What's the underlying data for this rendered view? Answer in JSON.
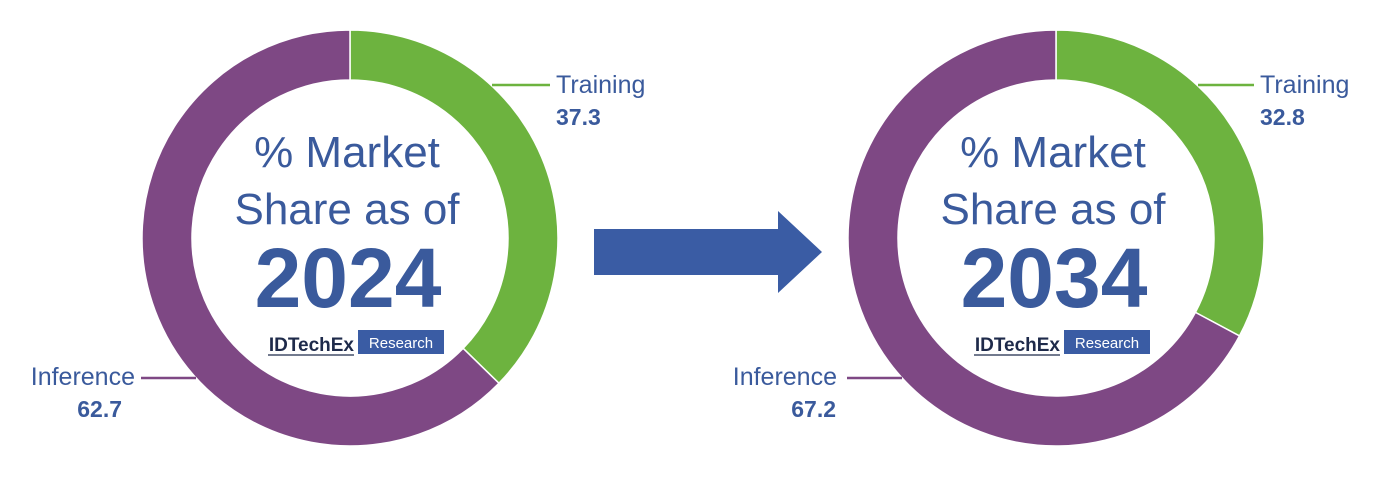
{
  "colors": {
    "training": "#6db33f",
    "inference": "#7e4884",
    "text_blue": "#3a5a9c",
    "arrow": "#3a5ca4",
    "badge_bg": "#3a5ca4",
    "badge_text": "#ffffff"
  },
  "brand": {
    "name": "IDTechEx",
    "badge": "Research"
  },
  "arrow_icon": "right-arrow-icon",
  "chart_data": [
    {
      "type": "pie",
      "variant": "donut",
      "center_text": [
        "% Market",
        "Share as of"
      ],
      "year": "2024",
      "series": [
        {
          "name": "Training",
          "value": 37.3,
          "label": "37.3"
        },
        {
          "name": "Inference",
          "value": 62.7,
          "label": "62.7"
        }
      ]
    },
    {
      "type": "pie",
      "variant": "donut",
      "center_text": [
        "% Market",
        "Share as of"
      ],
      "year": "2034",
      "series": [
        {
          "name": "Training",
          "value": 32.8,
          "label": "32.8"
        },
        {
          "name": "Inference",
          "value": 67.2,
          "label": "67.2"
        }
      ]
    }
  ]
}
